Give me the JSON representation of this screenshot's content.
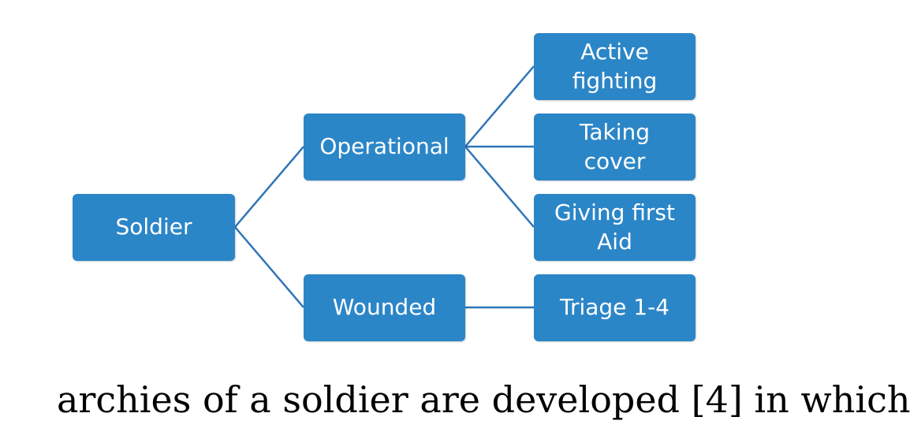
{
  "diagram": {
    "nodes": {
      "soldier": "Soldier",
      "operational": "Operational",
      "wounded": "Wounded",
      "active_fighting": "Active\nfighting",
      "taking_cover": "Taking\ncover",
      "giving_first_aid": "Giving first\nAid",
      "triage": "Triage 1-4"
    },
    "colors": {
      "node_fill": "#2b86c7",
      "node_text": "#ffffff",
      "connector": "#2e75b6"
    }
  },
  "caption": {
    "text": "archies of a soldier are developed [4] in which"
  }
}
